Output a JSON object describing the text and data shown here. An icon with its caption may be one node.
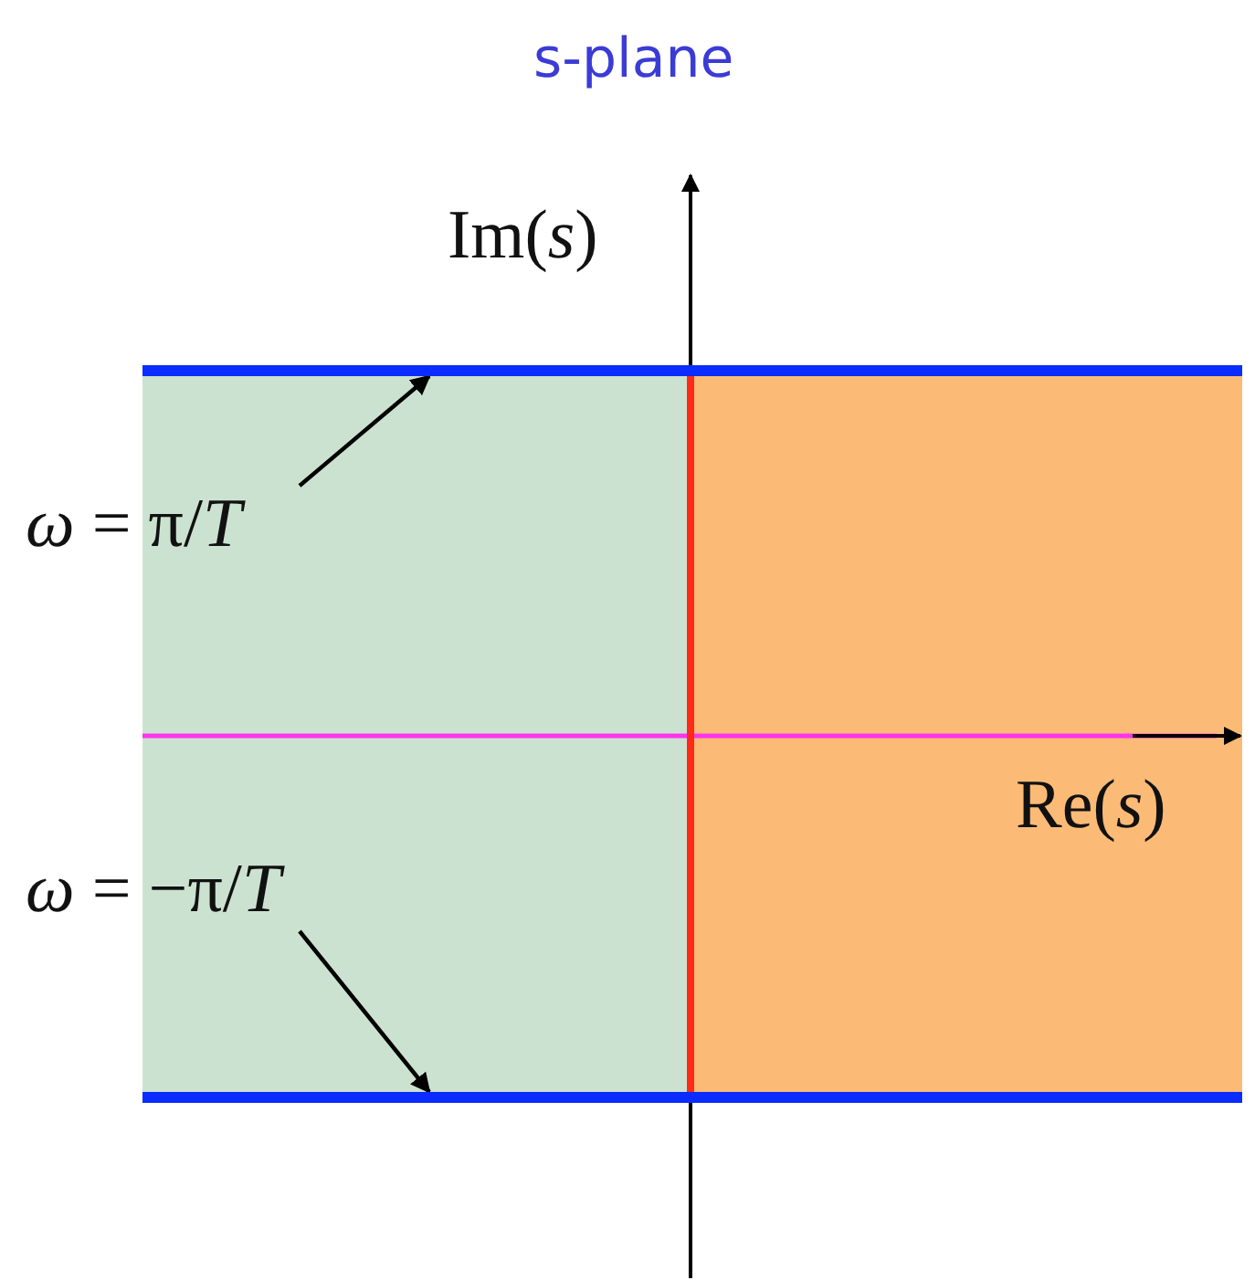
{
  "diagram": {
    "title": "s-plane",
    "nodes": [
      {
        "text": [
          "*ω* = π/*T*"
        ]
      },
      {
        "text": [],
        "shape": "bar"
      },
      {
        "text": [
          "*ω* = −π/*T*"
        ]
      },
      {
        "text": [],
        "shape": "bar"
      }
    ],
    "edges": [
      {
        "from": 0,
        "to": 1,
        "arrow": "to"
      },
      {
        "from": 2,
        "to": 3,
        "arrow": "to"
      }
    ],
    "labels": [
      "Im(*s*)",
      "Re(*s*)"
    ]
  }
}
